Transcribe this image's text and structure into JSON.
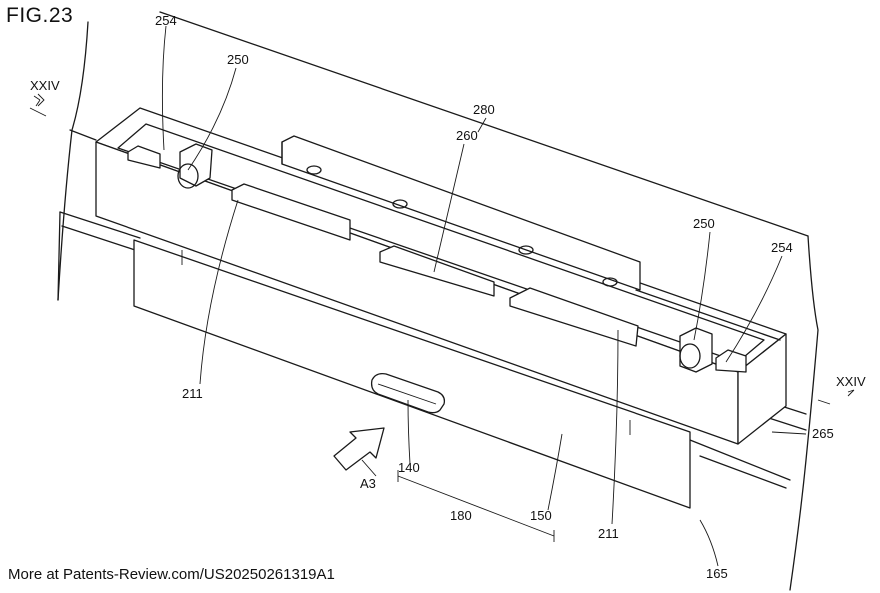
{
  "figure_label": "FIG.23",
  "footer_text": "More at Patents-Review.com/US20250261319A1",
  "section_mark": "XXIV",
  "labels": {
    "l254a": "254",
    "l250a": "250",
    "l280": "280",
    "l260": "260",
    "l250b": "250",
    "l254b": "254",
    "l211a": "211",
    "l140": "140",
    "lA3": "A3",
    "l180": "180",
    "l150": "150",
    "l211b": "211",
    "l265": "265",
    "l165": "165"
  }
}
